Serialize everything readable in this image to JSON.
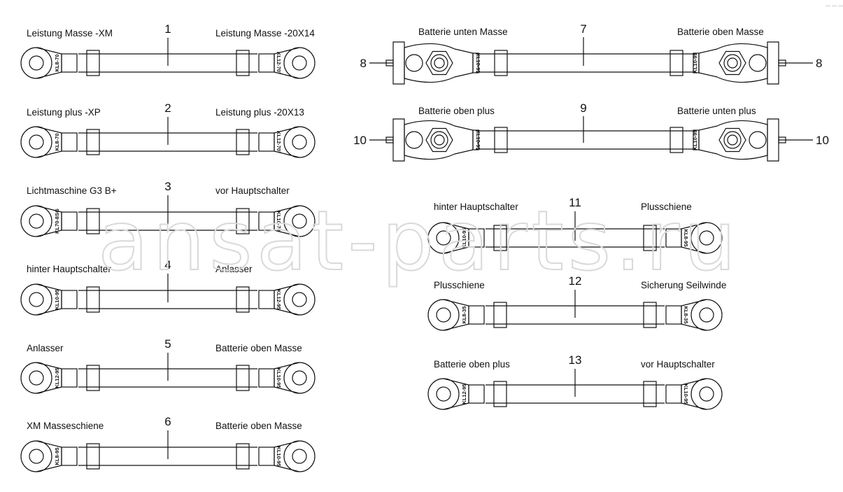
{
  "watermark": "ansat-parts.ru",
  "corner_mark": "— — —",
  "cables": [
    {
      "number": "1",
      "left_label": "Leistung Masse -XM",
      "right_label": "Leistung Masse -20X14",
      "left_code": "KL8-70",
      "right_code": "KL12-70°"
    },
    {
      "number": "2",
      "left_label": "Leistung plus -XP",
      "right_label": "Leistung plus -20X13",
      "left_code": "KL8-70",
      "right_code": "KL12-70°"
    },
    {
      "number": "3",
      "left_label": "Lichtmaschine G3 B+",
      "right_label": "vor Hauptschalter",
      "left_code": "KL70-8SG",
      "right_code": "KL10-70"
    },
    {
      "number": "4",
      "left_label": "hinter Hauptschalter",
      "right_label": "Anlasser",
      "left_code": "KL10-95",
      "right_code": "KL12-95"
    },
    {
      "number": "5",
      "left_label": "Anlasser",
      "right_label": "Batterie oben Masse",
      "left_code": "KL12-95",
      "right_code": "KL10-95"
    },
    {
      "number": "6",
      "left_label": "XM Masseschiene",
      "right_label": "Batterie oben Masse",
      "left_code": "KL8-95",
      "right_code": "KL10-95"
    },
    {
      "number": "11",
      "left_label": "hinter Hauptschalter",
      "right_label": "Plusschiene",
      "left_code": "KL10-95",
      "right_code": "KL8-95"
    },
    {
      "number": "12",
      "left_label": "Plusschiene",
      "right_label": "Sicherung Seilwinde",
      "left_code": "KL8-35",
      "right_code": "KL8-35"
    },
    {
      "number": "13",
      "left_label": "Batterie oben plus",
      "right_label": "vor Hauptschalter",
      "left_code": "KL12-95",
      "right_code": "KL10-95"
    }
  ],
  "battery_cables": [
    {
      "number": "7",
      "left_label": "Batterie unten Masse",
      "right_label": "Batterie oben Masse",
      "clamp_number": "8",
      "left_code": "KL10-95",
      "right_code": "KL10-95"
    },
    {
      "number": "9",
      "left_label": "Batterie oben plus",
      "right_label": "Batterie unten plus",
      "clamp_number": "10",
      "left_code": "KL10-95",
      "right_code": "KL10-95"
    }
  ]
}
